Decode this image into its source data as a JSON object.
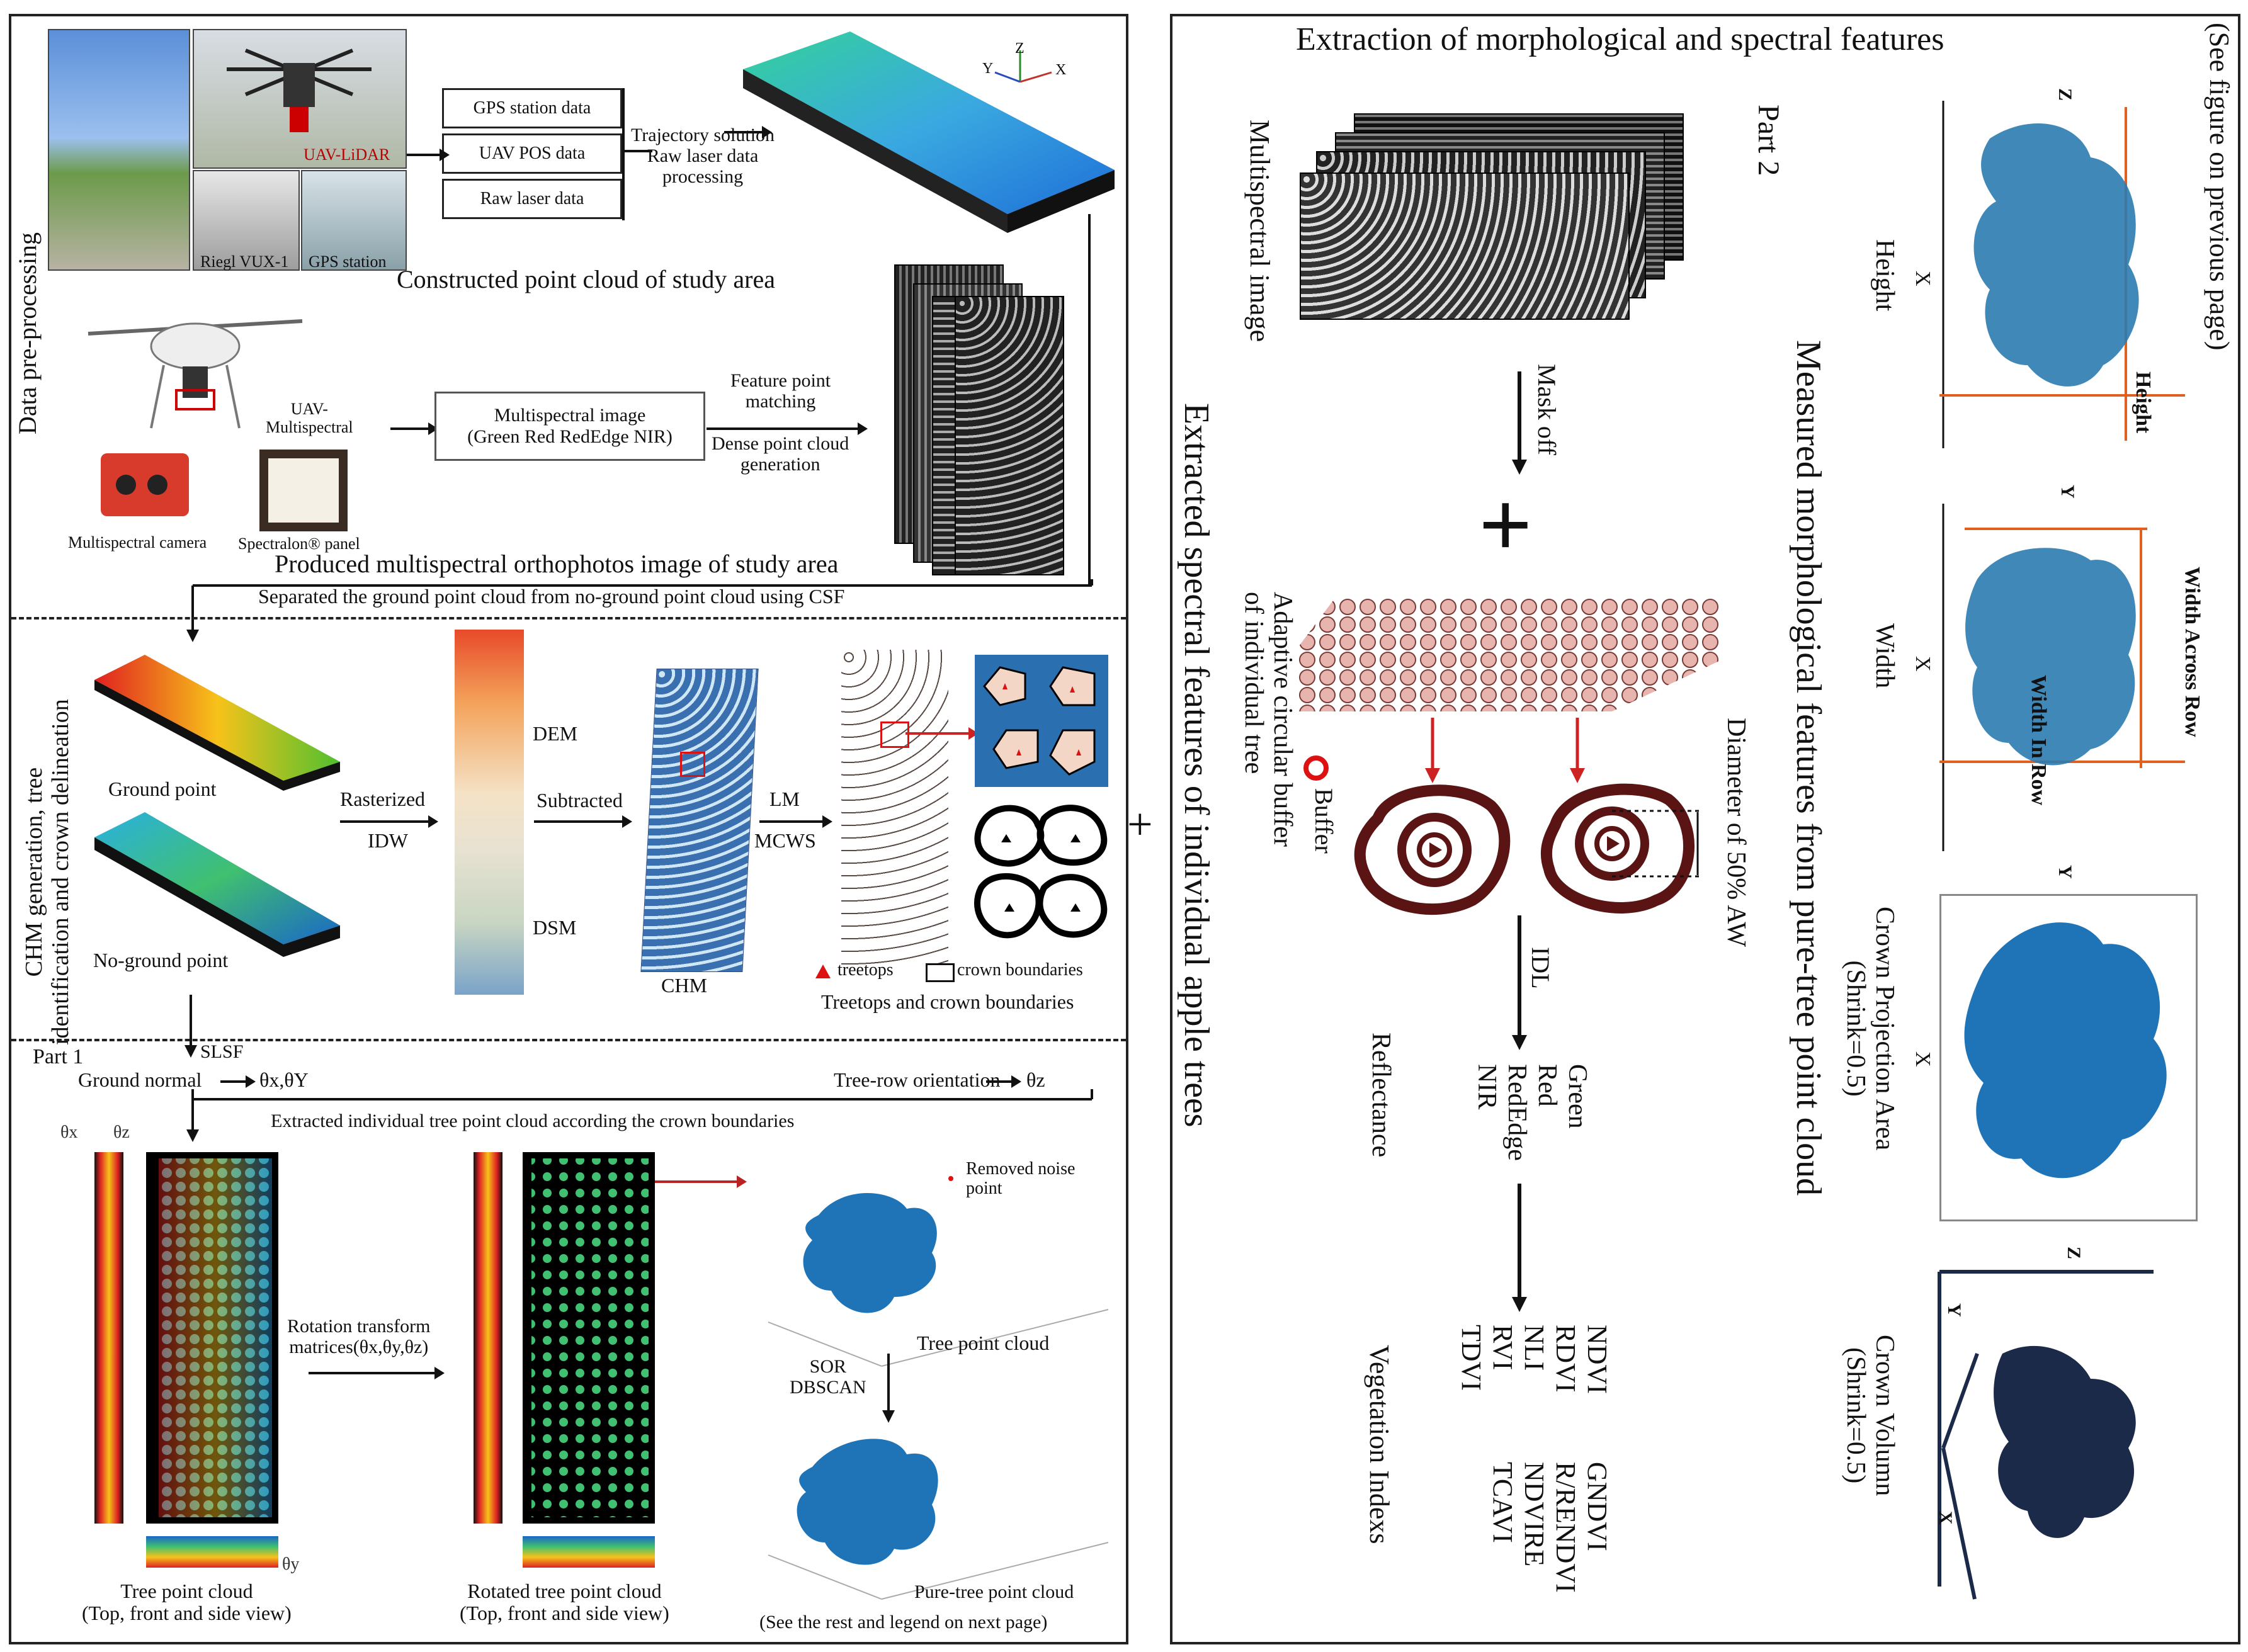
{
  "left": {
    "section1": {
      "label": "Data pre-processing",
      "photo_labels": {
        "uav_lidar": "UAV-LiDAR",
        "riegl": "Riegl VUX-1",
        "gps": "GPS station"
      },
      "boxes": [
        "GPS station data",
        "UAV POS data",
        "Raw laser data"
      ],
      "traj": "Trajectory solution\nRaw laser data\nprocessing",
      "cloud_caption": "Constructed point cloud of study area",
      "axes": {
        "x": "X",
        "y": "Y",
        "z": "Z"
      },
      "uav_ms": "UAV-\nMultispectral",
      "ms_box": "Multispectral image\n(Green Red RedEdge NIR)",
      "feature": "Feature point\nmatching",
      "dense": "Dense point cloud\ngeneration",
      "cam": "Multispectral camera",
      "panel": "Spectralon® panel",
      "ortho_caption": "Produced multispectral orthophotos image of study area",
      "csf": "Separated the ground point cloud from no-ground point cloud using CSF"
    },
    "section2": {
      "label": "CHM generation, tree\nidentification and crown delineation",
      "ground": "Ground point",
      "noground": "No-ground point",
      "rasterized": "Rasterized",
      "idw": "IDW",
      "dem": "DEM",
      "dsm": "DSM",
      "subtracted": "Subtracted",
      "chm": "CHM",
      "lm": "LM",
      "mcws": "MCWS",
      "treetops": "treetops",
      "crown_boundaries": "crown boundaries",
      "caption": "Treetops and crown boundaries"
    },
    "section3": {
      "part": "Part 1",
      "slsf": "SLSF",
      "ground_normal": "Ground normal",
      "theta_xy": "θx,θY",
      "tree_row": "Tree-row orientation",
      "theta_z": "θz",
      "extracted": "Extracted individual tree point cloud according the crown boundaries",
      "tx": "θx",
      "tz": "θz",
      "ty": "θy",
      "rotation": "Rotation transform\nmatrices(θx,θy,θz)",
      "tree_pc": "Tree point cloud\n(Top, front and side view)",
      "rot_pc": "Rotated tree point cloud\n(Top, front and side view)",
      "removed": "Removed noise\npoint",
      "tree_cloud": "Tree point cloud",
      "sor": "SOR\nDBSCAN",
      "pure": "Pure-tree point cloud",
      "see_rest": "(See the rest and legend on next page)"
    }
  },
  "plus": "+",
  "right": {
    "title": "Extraction of morphological and spectral features",
    "see_prev": "(See figure on previous page)",
    "part2": "Part 2",
    "ms_image": "Multispectral image",
    "mask_off": "Mask off",
    "plus_sign": "+",
    "adaptive": "Adaptive circular buffer\nof individual tree",
    "buffer": "Buffer",
    "diameter": "Diameter of 50% AW",
    "idl": "IDL",
    "bands": [
      "Green",
      "Red",
      "RedEdge",
      "NIR"
    ],
    "reflectance": "Reflectance",
    "indices_col1": [
      "NDVI",
      "RDVI",
      "NLI",
      "RVI",
      "TDVI"
    ],
    "indices_col2": [
      "GNDVI",
      "R/RENDVI",
      "NDVIRE",
      "TCAVI"
    ],
    "veg_indexes": "Vegetation Indexs",
    "spectral_title": "Extracted spectral features of individual apple trees",
    "morph_title": "Measured morphological features from pure-tree point cloud",
    "height": {
      "label": "Height",
      "axis1": "X",
      "axis2": "Z",
      "inner": "Height"
    },
    "width": {
      "label": "Width",
      "axis1": "X",
      "axis2": "Y",
      "inner1": "Width Across Row",
      "inner2": "Width In Row"
    },
    "cpa": {
      "label": "Crown Projection Area\n(Shrink=0.5)",
      "axis1": "X",
      "axis2": "Y"
    },
    "cv": {
      "label": "Crown Volumn\n(Shrink=0.5)",
      "axis1": "X",
      "axis2": "Y",
      "axis3": "Z"
    },
    "colors": {
      "teal": "#2b7bb0",
      "navy": "#1c2a4a",
      "buffer_red": "#5a1414",
      "arrow": "#111111"
    }
  }
}
